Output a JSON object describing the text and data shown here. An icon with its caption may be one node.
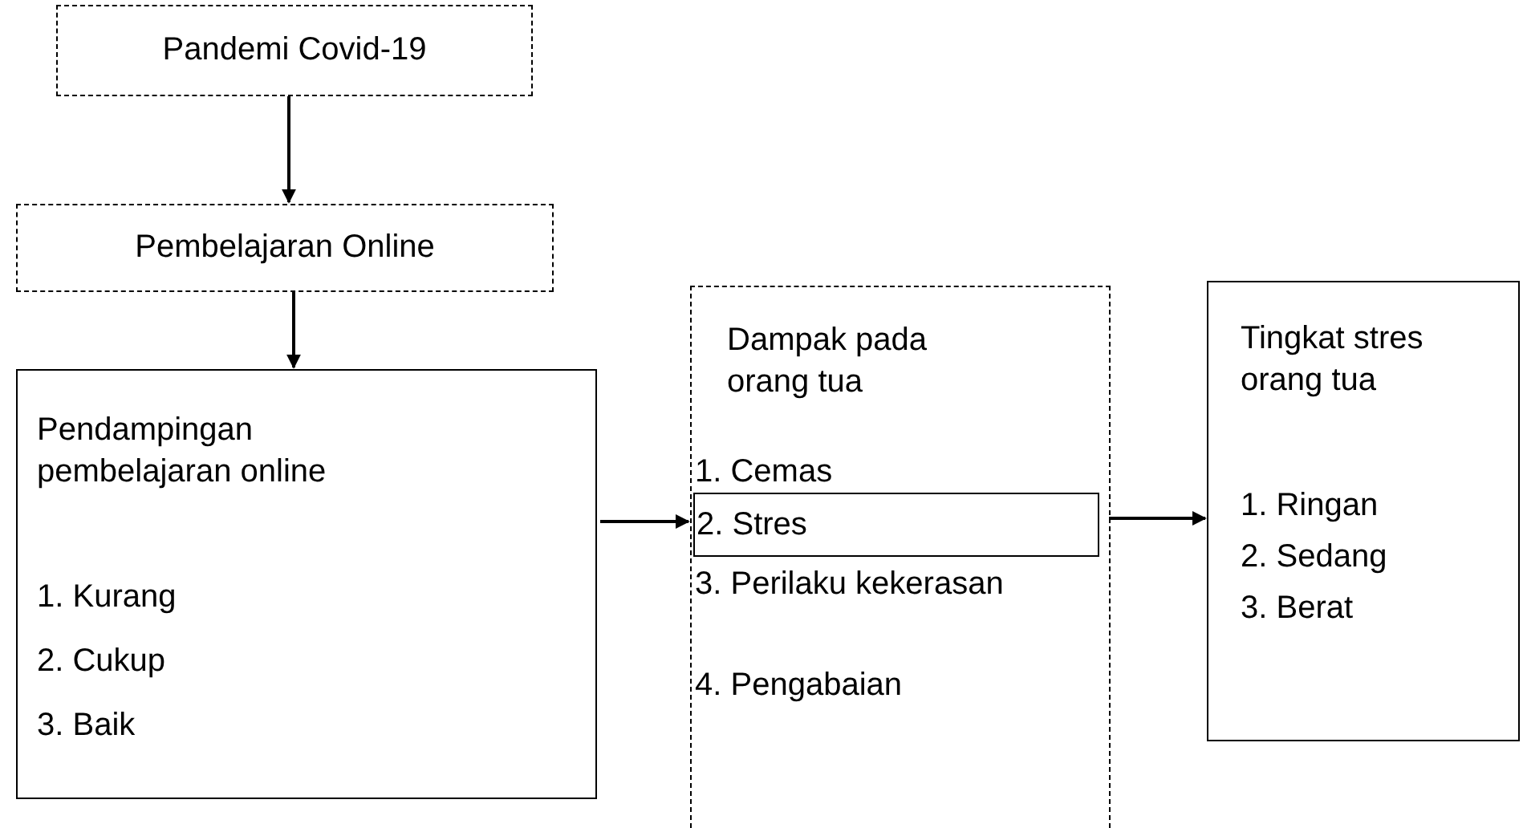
{
  "diagram": {
    "nodes": [
      {
        "text": [
          "Pandemi Covid-19"
        ]
      },
      {
        "text": [
          "Pembelajaran Online"
        ]
      },
      {
        "text": [
          "Pendampingan pembelajaran online",
          "1. Kurang",
          "2. Cukup",
          "3. Baik"
        ]
      },
      {
        "text": [
          "Dampak pada orang tua",
          "1. Cemas",
          "3. Perilaku kekerasan",
          "4. Pengabaian"
        ]
      },
      {
        "text": [
          "2. Stres"
        ],
        "in": 3
      },
      {
        "text": [
          "Tingkat stres orang tua",
          "1. Ringan",
          "2. Sedang",
          "3. Berat"
        ]
      }
    ],
    "edges": [
      {
        "from": 0,
        "to": 1,
        "arrow": "to"
      },
      {
        "from": 1,
        "to": 2,
        "arrow": "to"
      },
      {
        "from": 2,
        "to": 3,
        "arrow": "to"
      },
      {
        "from": 4,
        "to": 5,
        "arrow": "to"
      }
    ]
  }
}
